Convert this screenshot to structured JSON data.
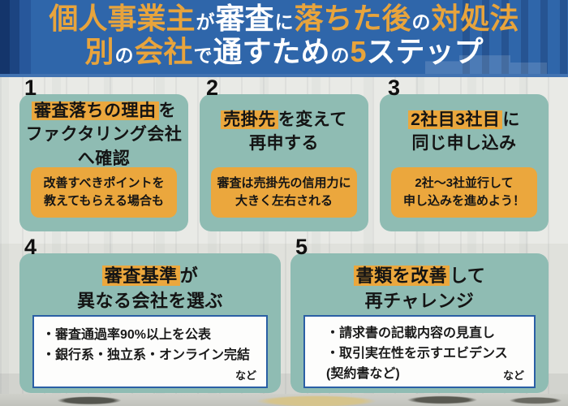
{
  "header": {
    "line1": {
      "seg1": "個人事業主",
      "seg2": "が",
      "seg3": "審査",
      "seg4": "に",
      "seg5": "落ちた後",
      "seg6": "の",
      "seg7": "対処法"
    },
    "line2": {
      "seg1": "別",
      "seg2": "の",
      "seg3": "会社",
      "seg4": "で",
      "seg5": "通すため",
      "seg6": "の",
      "seg7": "5",
      "seg8": "ステップ"
    }
  },
  "steps": [
    {
      "number": "1",
      "heading": {
        "l1_hl": "審査落ちの理由",
        "l1_rest": "を",
        "l2": "ファクタリング会社",
        "l3": "へ確認"
      },
      "note": {
        "line1": "改善すべきポイントを",
        "line2": "教えてもらえる場合も"
      }
    },
    {
      "number": "2",
      "heading": {
        "l1_hl": "売掛先",
        "l1_rest": "を変えて",
        "l2": "再申する"
      },
      "note": {
        "line1": "審査は売掛先の信用力に",
        "line2": "大きく左右される"
      }
    },
    {
      "number": "3",
      "heading": {
        "l1_hl": "2社目3社目",
        "l1_rest": "に",
        "l2": "同じ申し込み"
      },
      "note": {
        "line1": "2社〜3社並行して",
        "line2": "申し込みを進めよう！"
      }
    },
    {
      "number": "4",
      "heading": {
        "l1_hl": "審査基準",
        "l1_rest": "が",
        "l2": "異なる会社を選ぶ"
      },
      "box": {
        "bullet1": "・審査通過率90%以上を公表",
        "bullet2": "・銀行系・独立系・オンライン完結",
        "suffix": "など"
      }
    },
    {
      "number": "5",
      "heading": {
        "l1_hl": "書類を改善",
        "l1_rest": "して",
        "l2": "再チャレンジ"
      },
      "box": {
        "bullet1": "・請求書の記載内容の見直し",
        "bullet2": "・取引実在性を示すエビデンス",
        "bullet3": "(契約書など)",
        "suffix": "など"
      }
    }
  ],
  "colors": {
    "header_bg": "#2f66aa",
    "header_dark_buildings": "#14356b",
    "title_accent_orange": "#e8a43c",
    "title_white": "#ffffff",
    "card_teal": "#8fbcb3",
    "highlight_orange": "#eba73d",
    "note_box_orange": "#eba73d",
    "white_box_border_blue": "#2a5fa5",
    "text_black": "#141414"
  }
}
